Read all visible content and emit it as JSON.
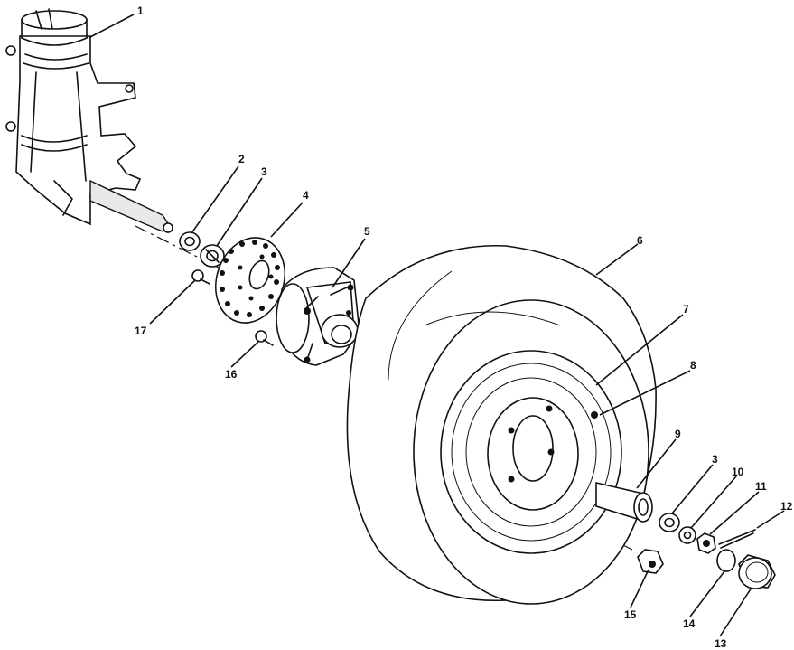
{
  "callouts": [
    {
      "n": "1"
    },
    {
      "n": "2"
    },
    {
      "n": "3"
    },
    {
      "n": "4"
    },
    {
      "n": "5"
    },
    {
      "n": "6"
    },
    {
      "n": "7"
    },
    {
      "n": "8"
    },
    {
      "n": "9"
    },
    {
      "n": "3"
    },
    {
      "n": "10"
    },
    {
      "n": "11"
    },
    {
      "n": "12"
    },
    {
      "n": "14"
    },
    {
      "n": "13"
    },
    {
      "n": "15"
    },
    {
      "n": "16"
    },
    {
      "n": "17"
    }
  ],
  "colors": {
    "ink": "#111111",
    "paper": "#ffffff"
  }
}
